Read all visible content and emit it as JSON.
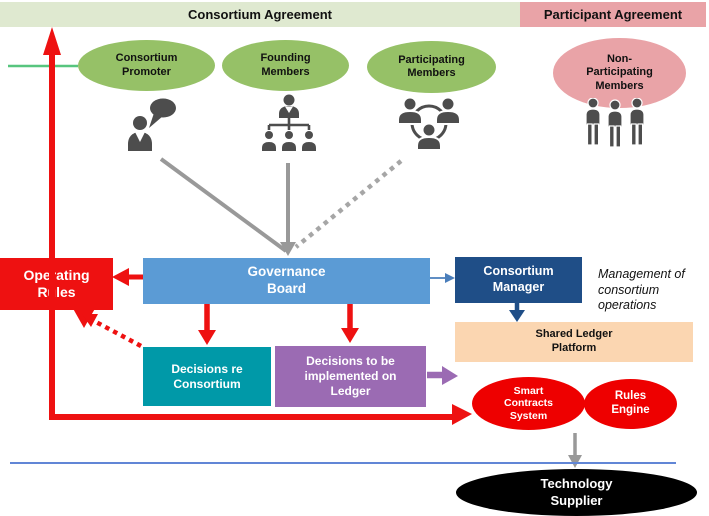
{
  "headers": {
    "consortium_agreement": "Consortium Agreement",
    "participant_agreement": "Participant Agreement"
  },
  "members": {
    "promoter": "Consortium\nPromoter",
    "founding": "Founding\nMembers",
    "participating": "Participating\nMembers",
    "non_participating": "Non-\nParticipating\nMembers"
  },
  "icons": {
    "promoter": "person-speech-bubble-icon",
    "founding": "org-hierarchy-icon",
    "participating": "people-circle-icon",
    "non_participating": "standing-people-icon"
  },
  "governance": {
    "operating_rules": "Operating\nRules",
    "governance_board": "Governance\nBoard",
    "consortium_manager": "Consortium\nManager",
    "shared_ledger_platform": "Shared Ledger\nPlatform",
    "decisions_re_consortium": "Decisions re\nConsortium",
    "decisions_to_implement": "Decisions to be\nimplemented on\nLedger"
  },
  "technology": {
    "smart_contracts_system": "Smart\nContracts\nSystem",
    "rules_engine": "Rules\nEngine",
    "technology_supplier": "Technology\nSupplier"
  },
  "annotations": {
    "management_note": "Management of\nconsortium\noperations"
  },
  "colors": {
    "consortium_header_bg": "#dfe9d0",
    "participant_header_bg": "#e9a3a7",
    "member_green": "#96c167",
    "member_pink": "#e9a3a7",
    "governance_blue": "#5b9bd5",
    "manager_navy": "#1f4e87",
    "ledger_peach": "#fbd6b1",
    "decisions_teal": "#0099a8",
    "decisions_purple": "#9b6bb3",
    "accent_red": "#ee1111",
    "supplier_black": "#000000",
    "connector_gray": "#999999",
    "promoter_line_green": "#57c57e",
    "divider_blue": "#6186d6"
  }
}
